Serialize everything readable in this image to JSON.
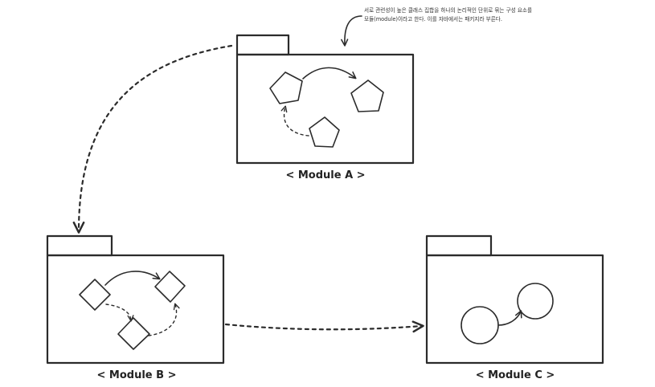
{
  "annotation": {
    "line1": "서로 관련성이 높은 클래스 집합을 하나의 논리적인 단위로 묶는 구성 요소를",
    "line2": "모듈(module)이라고 한다. 이를 자바에서는 패키지라 부른다."
  },
  "modules": {
    "a": {
      "label": "< Module A >"
    },
    "b": {
      "label": "< Module B >"
    },
    "c": {
      "label": "< Module C >"
    }
  },
  "colors": {
    "stroke": "#2b2b2b",
    "text": "#222222",
    "background": "#ffffff"
  }
}
